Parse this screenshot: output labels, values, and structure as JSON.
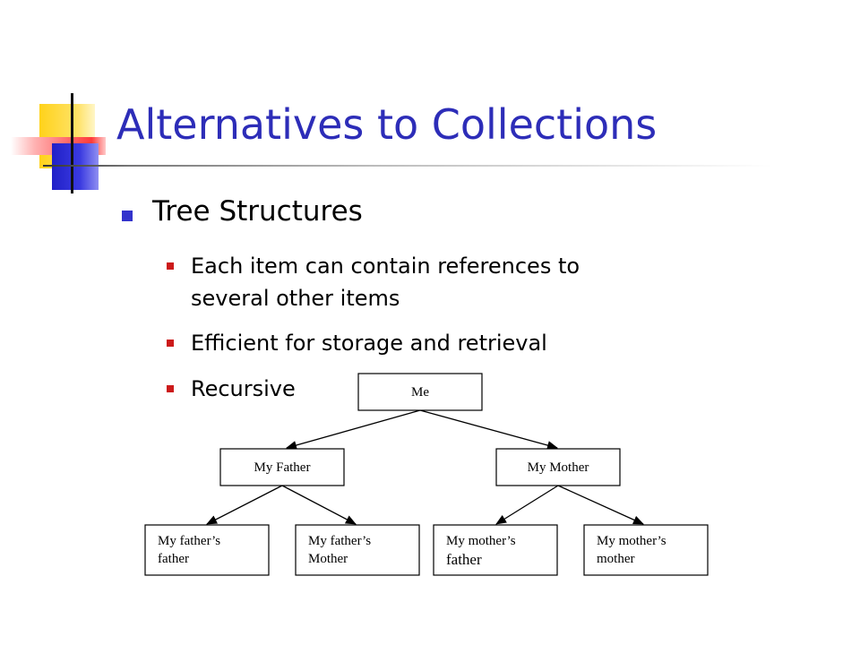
{
  "slide": {
    "title": "Alternatives to Collections",
    "bullet": "Tree Structures",
    "sub_bullets": [
      "Each item can contain references to",
      "several other items",
      "Efficient for storage and retrieval",
      "Recursive"
    ]
  },
  "tree": {
    "root": "Me",
    "level1": [
      "My Father",
      "My Mother"
    ],
    "level2": [
      [
        "My  father’s",
        "father"
      ],
      [
        "My  father’s",
        "Mother"
      ],
      [
        "My mother’s",
        "father"
      ],
      [
        "My mother’s",
        "mother"
      ]
    ]
  },
  "colors": {
    "title": "#2d2db8",
    "bullet_level1": "#3333cc",
    "bullet_level2": "#cc1a1a"
  }
}
